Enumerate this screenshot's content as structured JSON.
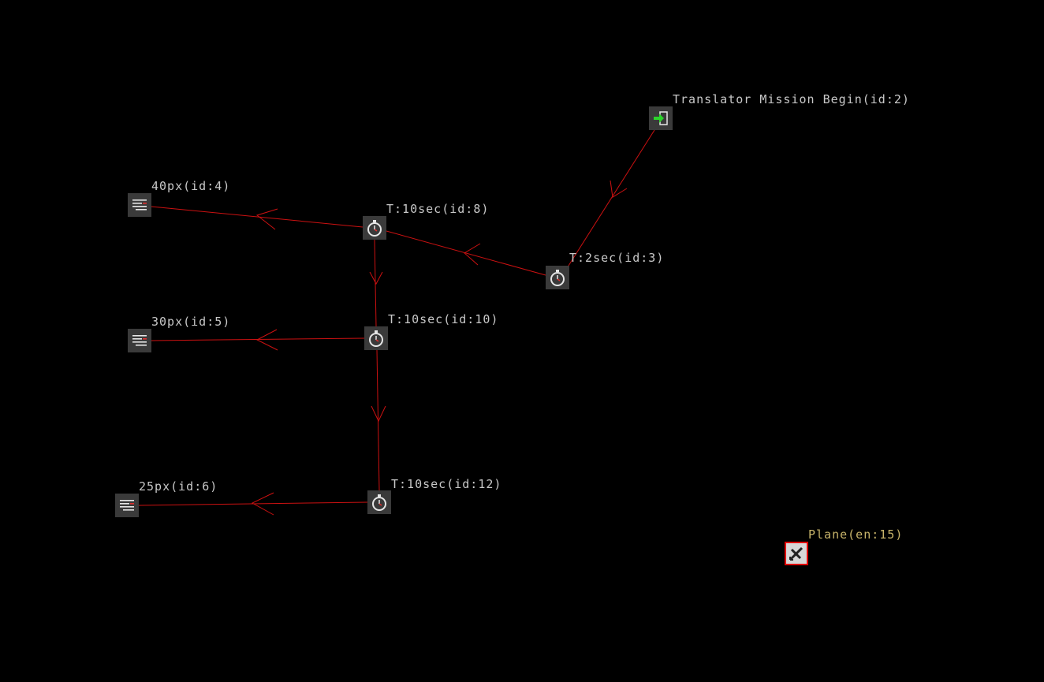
{
  "colors": {
    "background": "#000000",
    "wire": "#cc1111",
    "node_fill": "#3a3a3a",
    "label_text": "#c8c8c8",
    "unit_label_text": "#c8b46a",
    "entry_arrow": "#2bd42b",
    "unit_border": "#e00000"
  },
  "nodes": {
    "mission_begin": {
      "label": "Translator Mission Begin(id:2)",
      "icon": "enter-icon"
    },
    "timer_3": {
      "label": "T:2sec(id:3)",
      "icon": "stopwatch-icon"
    },
    "timer_8": {
      "label": "T:10sec(id:8)",
      "icon": "stopwatch-icon"
    },
    "timer_10": {
      "label": "T:10sec(id:10)",
      "icon": "stopwatch-icon"
    },
    "timer_12": {
      "label": "T:10sec(id:12)",
      "icon": "stopwatch-icon"
    },
    "text_4": {
      "label": "40px(id:4)",
      "icon": "text-lines-icon"
    },
    "text_5": {
      "label": "30px(id:5)",
      "icon": "text-lines-icon"
    },
    "text_6": {
      "label": "25px(id:6)",
      "icon": "text-lines-icon"
    },
    "plane": {
      "label": "Plane(en:15)",
      "icon": "plane-icon"
    }
  }
}
